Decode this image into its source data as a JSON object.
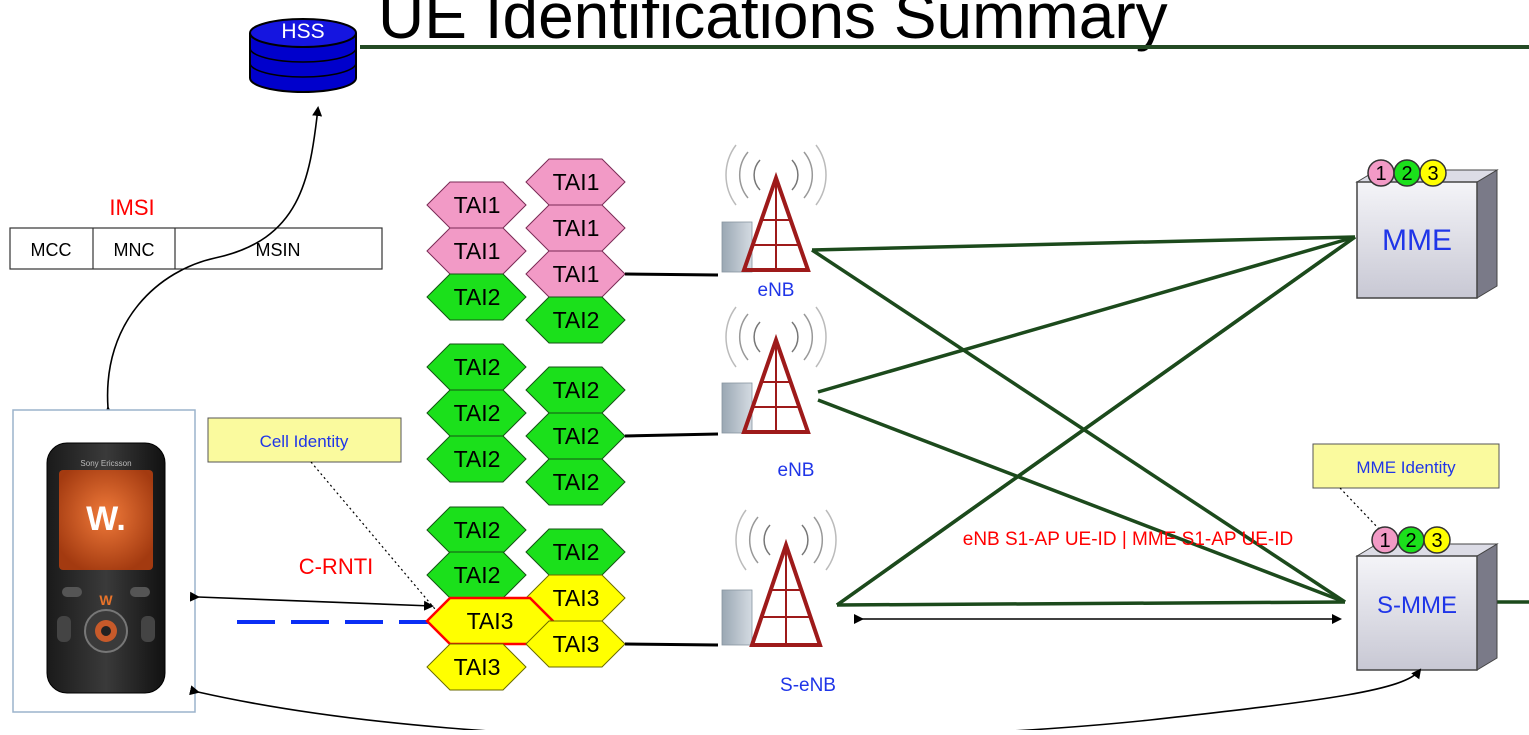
{
  "slide": {
    "title": "UE Identifications Summary"
  },
  "nodes": {
    "hss": "HSS",
    "imsi_label": "IMSI",
    "imsi_fields": [
      "MCC",
      "MNC",
      "MSIN"
    ],
    "enb_top": "eNB",
    "enb_middle": "eNB",
    "enb_serving": "S-eNB",
    "mme": "MME",
    "serving_mme": "S-MME",
    "mme_codes_top": [
      "1",
      "2",
      "3"
    ],
    "mme_codes_serving": [
      "1",
      "2",
      "3"
    ]
  },
  "tracking_areas": {
    "group_top": [
      "TAI1",
      "TAI1",
      "TAI1",
      "TAI1",
      "TAI1",
      "TAI2",
      "TAI2"
    ],
    "group_middle": [
      "TAI2",
      "TAI2",
      "TAI2",
      "TAI2",
      "TAI2",
      "TAI2"
    ],
    "group_bottom": [
      "TAI2",
      "TAI2",
      "TAI2",
      "TAI3",
      "TAI3",
      "TAI3",
      "TAI3"
    ]
  },
  "callouts": {
    "cell_identity": "Cell Identity",
    "mme_identity": "MME Identity"
  },
  "identifiers": {
    "c_rnti": "C-RNTI",
    "s1ap_ue_id": "eNB S1-AP UE-ID | MME S1-AP UE-ID"
  },
  "colors": {
    "tai1": "#f29ac6",
    "tai2": "#1be01b",
    "tai3": "#ffff00",
    "id_text": "#ff0000",
    "node_label_text": "#1f35e8",
    "s1_links": "#1c4a1c",
    "hss_fill": "#0000cc",
    "radio_dashed": "#0a2ef5"
  }
}
